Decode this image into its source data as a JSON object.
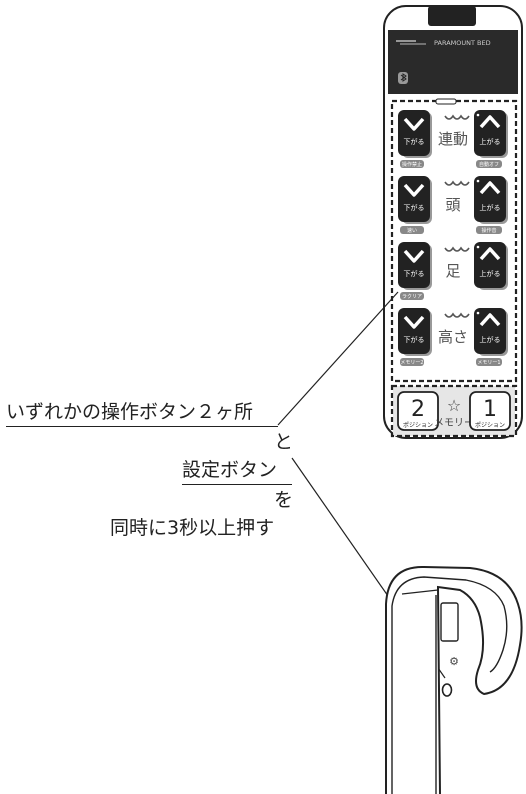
{
  "brand": "PARAMOUNT BED",
  "bluetooth_icon": "bluetooth-icon",
  "controls": {
    "rows": [
      {
        "name": "連動",
        "down": "下がる",
        "up": "上がる",
        "sub_left": "操作禁止",
        "sub_right": "自動オフ"
      },
      {
        "name": "頭",
        "down": "下がる",
        "up": "上がる",
        "sub_left": "速い",
        "sub_right": "操作音"
      },
      {
        "name": "足",
        "down": "下がる",
        "up": "上がる",
        "sub_left": "ラクリア",
        "sub_right": ""
      },
      {
        "name": "高さ",
        "down": "下がる",
        "up": "上がる",
        "sub_left": "メモリー2",
        "sub_right": "メモリー1"
      }
    ],
    "memory": {
      "left_number": "2",
      "left_label": "ポジション",
      "center_label": "メモリー",
      "right_number": "1",
      "right_label": "ポジション"
    }
  },
  "annotations": {
    "line1": "いずれかの操作ボタン２ヶ所",
    "line2": "と",
    "line3": "設定ボタン",
    "line4": "を",
    "line5": "同時に3秒以上押す"
  },
  "colors": {
    "button": "#222222",
    "panel": "#e6e6e6",
    "outline": "#222222"
  }
}
